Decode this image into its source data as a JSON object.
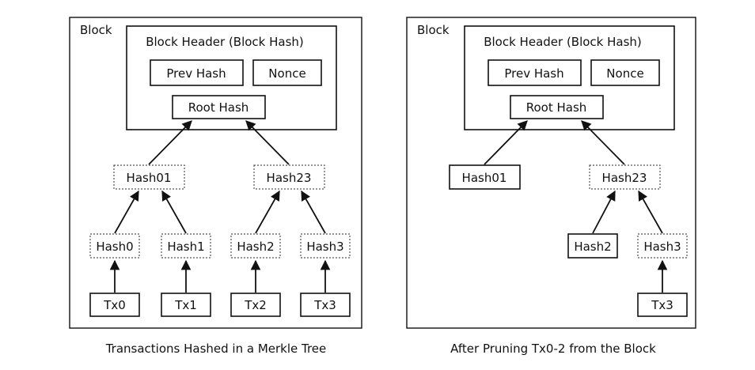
{
  "left": {
    "block_label": "Block",
    "header_label": "Block Header (Block Hash)",
    "prev_hash": "Prev Hash",
    "nonce": "Nonce",
    "root_hash": "Root Hash",
    "hash01": "Hash01",
    "hash23": "Hash23",
    "hash0": "Hash0",
    "hash1": "Hash1",
    "hash2": "Hash2",
    "hash3": "Hash3",
    "tx0": "Tx0",
    "tx1": "Tx1",
    "tx2": "Tx2",
    "tx3": "Tx3",
    "caption": "Transactions Hashed in a Merkle Tree"
  },
  "right": {
    "block_label": "Block",
    "header_label": "Block Header (Block Hash)",
    "prev_hash": "Prev Hash",
    "nonce": "Nonce",
    "root_hash": "Root Hash",
    "hash01": "Hash01",
    "hash23": "Hash23",
    "hash2": "Hash2",
    "hash3": "Hash3",
    "tx3": "Tx3",
    "caption": "After Pruning Tx0-2 from the Block"
  }
}
